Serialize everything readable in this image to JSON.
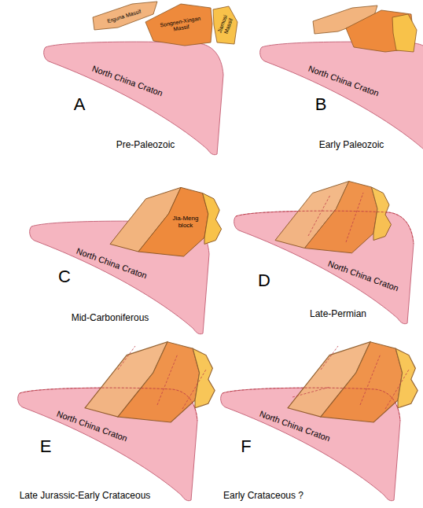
{
  "diagram": {
    "nodes": [
      {
        "text": [
          "Erguna Massif"
        ]
      },
      {
        "text": [
          "Songnen-Xingan Massif"
        ]
      },
      {
        "text": [
          "Jiamusi Massif"
        ]
      },
      {
        "text": [
          "North China Craton"
        ]
      },
      {
        "text": [
          "North China Craton"
        ]
      },
      {
        "text": [
          "Jia-Meng block"
        ]
      },
      {
        "text": [
          "North China Craton"
        ]
      },
      {
        "text": [
          "North China Craton"
        ]
      },
      {
        "text": [
          "North China Craton"
        ]
      },
      {
        "text": [
          "North China Craton"
        ]
      }
    ],
    "labels": [
      "A",
      "Pre-Paleozoic",
      "B",
      "Early Paleozoic",
      "C",
      "Mid-Carboniferous",
      "D",
      "Late-Permian",
      "E",
      "Late Jurassic-Early Crataceous",
      "F",
      "Early Crataceous ?"
    ]
  }
}
